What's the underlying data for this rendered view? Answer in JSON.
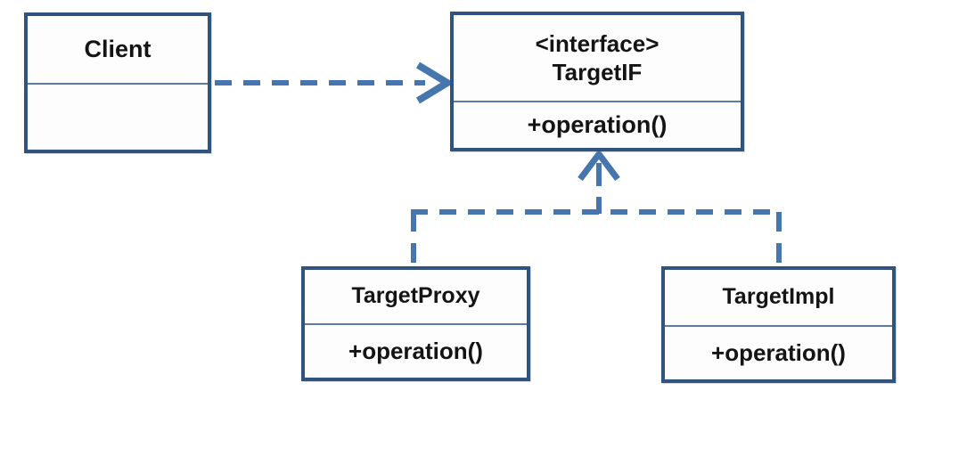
{
  "diagram_type": "uml-class-diagram",
  "colors": {
    "box_border": "#30547d",
    "box_divider": "#5d7ca2",
    "connector_blue": "#4676ae",
    "text": "#141414",
    "background": "#ffffff"
  },
  "nodes": {
    "client": {
      "title": "Client",
      "attributes": "",
      "methods": ""
    },
    "target_if": {
      "stereotype": "<interface>",
      "title": "TargetIF",
      "method": "+operation()"
    },
    "target_proxy": {
      "title": "TargetProxy",
      "method": "+operation()"
    },
    "target_impl": {
      "title": "TargetImpl",
      "method": "+operation()"
    }
  },
  "edges": [
    {
      "from": "Client",
      "to": "TargetIF",
      "type": "dependency",
      "style": "dashed-open-arrow"
    },
    {
      "from": "TargetProxy",
      "to": "TargetIF",
      "type": "realization",
      "style": "dashed-open-arrow"
    },
    {
      "from": "TargetImpl",
      "to": "TargetIF",
      "type": "realization",
      "style": "dashed-open-arrow"
    }
  ]
}
